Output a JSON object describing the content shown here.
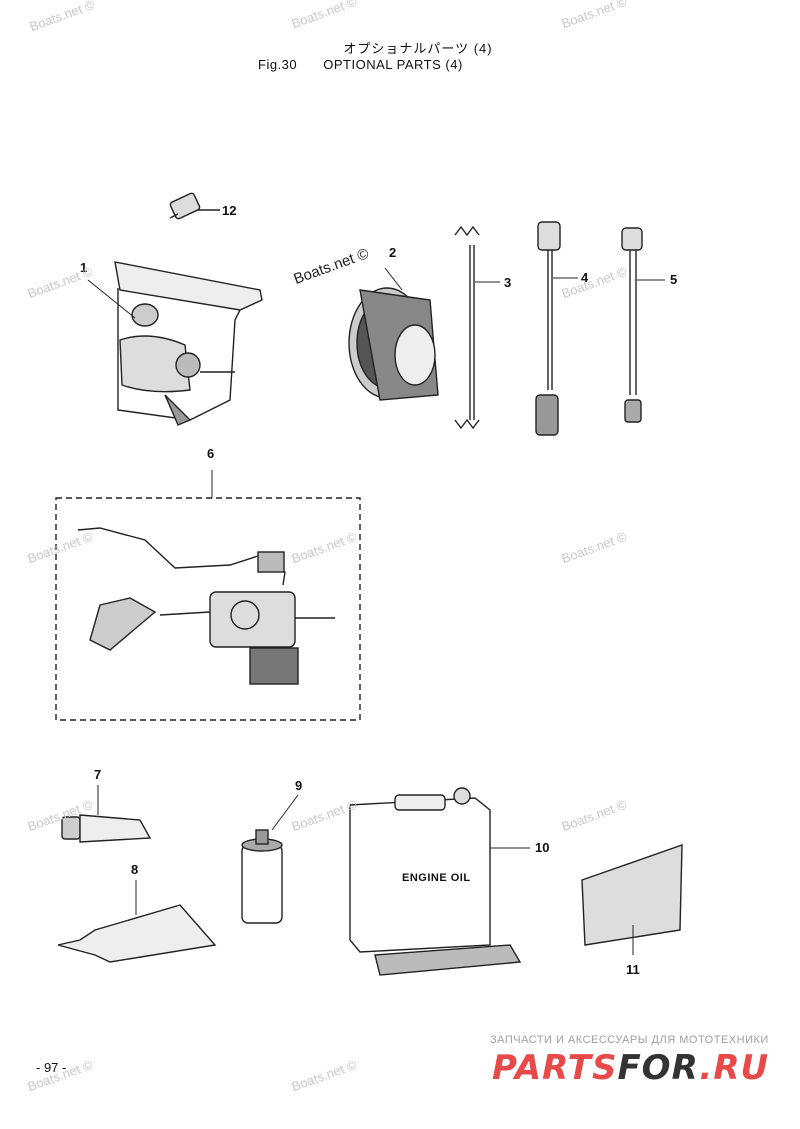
{
  "header": {
    "title_jp": "オプショナルパーツ (4)",
    "fig_label": "Fig.30",
    "title_en": "OPTIONAL PARTS (4)"
  },
  "callouts": [
    "1",
    "2",
    "3",
    "4",
    "5",
    "6",
    "7",
    "8",
    "9",
    "10",
    "11",
    "12"
  ],
  "watermark": "Boats.net ©",
  "engine_label": "ENGINE OIL",
  "page_number": "- 97 -",
  "promo": {
    "tagline": "ЗАПЧАСТИ И АКСЕССУАРЫ ДЛЯ МОТОТЕХНИКИ",
    "logo_part1": "PARTS",
    "logo_part2": "FOR",
    "logo_part3": ".RU"
  }
}
